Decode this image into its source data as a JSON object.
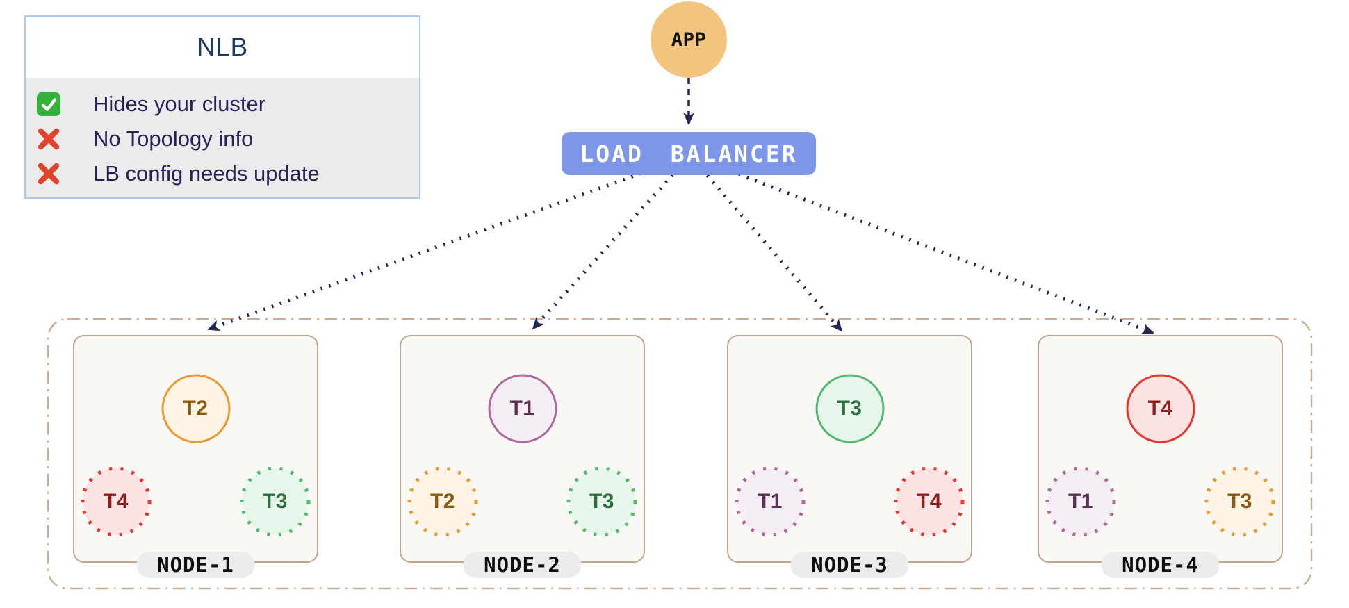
{
  "legend": {
    "title": "NLB",
    "items": [
      {
        "icon": "check",
        "text": "Hides your cluster"
      },
      {
        "icon": "cross",
        "text": "No Topology info"
      },
      {
        "icon": "cross",
        "text": "LB config needs update"
      }
    ]
  },
  "app": {
    "label": "APP"
  },
  "load_balancer": {
    "label": "LOAD BALANCER"
  },
  "nodes": [
    {
      "name": "NODE-1",
      "primary": {
        "label": "T2",
        "color": "orange"
      },
      "left": {
        "label": "T4",
        "color": "red"
      },
      "right": {
        "label": "T3",
        "color": "green"
      }
    },
    {
      "name": "NODE-2",
      "primary": {
        "label": "T1",
        "color": "purple"
      },
      "left": {
        "label": "T2",
        "color": "orange"
      },
      "right": {
        "label": "T3",
        "color": "green"
      }
    },
    {
      "name": "NODE-3",
      "primary": {
        "label": "T3",
        "color": "green"
      },
      "left": {
        "label": "T1",
        "color": "purple"
      },
      "right": {
        "label": "T4",
        "color": "red"
      }
    },
    {
      "name": "NODE-4",
      "primary": {
        "label": "T4",
        "color": "red"
      },
      "left": {
        "label": "T1",
        "color": "purple"
      },
      "right": {
        "label": "T3",
        "color": "orange"
      }
    }
  ],
  "colors": {
    "check_green": "#33b13a",
    "cross_red": "#e0452c",
    "lb_blue": "#7d96e8",
    "app_orange": "#f2c47e",
    "arrow_navy": "#232754",
    "cluster_border": "#c9ad92",
    "node_border": "#c2a58c",
    "node_fill": "#faf8f4",
    "legend_border": "#abc9ea",
    "legend_body_bg": "#ebebeb",
    "legend_title_color": "#1c3a60",
    "legend_text_color": "#2a2256",
    "pill_bg": "#ececec",
    "palette": {
      "orange": {
        "border": "#e9992e",
        "fill": "#fdf4e5",
        "text": "#8a5a10"
      },
      "red": {
        "border": "#e6352b",
        "fill": "#fbe3e3",
        "text": "#8e1f1c"
      },
      "green": {
        "border": "#53b96e",
        "fill": "#e7f6ea",
        "text": "#2f6f3e"
      },
      "purple": {
        "border": "#b0689c",
        "fill": "#f4edf4",
        "text": "#5a3150"
      }
    }
  }
}
